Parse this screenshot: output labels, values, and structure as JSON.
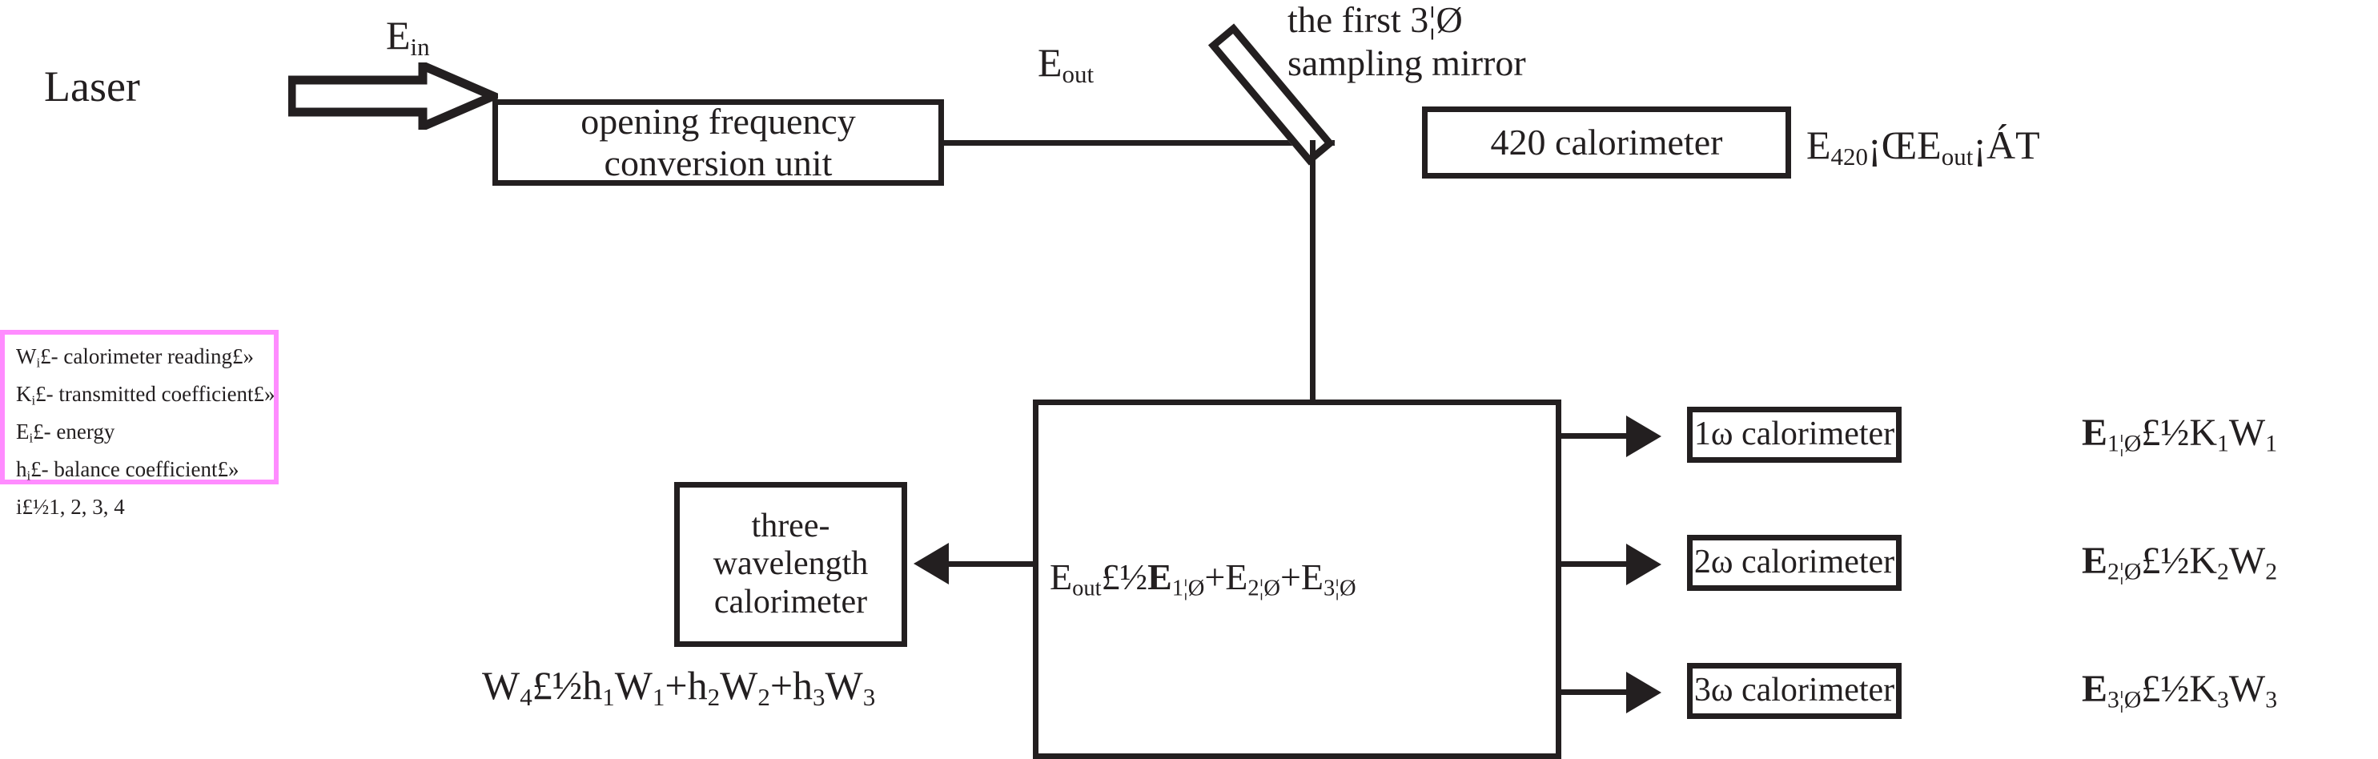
{
  "diagram": {
    "title": "Laser three-wavelength energy measurement block diagram",
    "colors": {
      "ink": "#231f20",
      "legend_border": "#ff8cff",
      "background": "#ffffff"
    }
  },
  "source": {
    "laser_label": "Laser",
    "input_energy_label": "E",
    "input_energy_sub": "in"
  },
  "conversion_unit": {
    "label": "opening frequency\nconversion unit",
    "output_energy_label": "E",
    "output_energy_sub": "out"
  },
  "mirror": {
    "caption_line1": "the first 3¦Ø",
    "caption_line2": "sampling mirror"
  },
  "calorimeter_420": {
    "box_label": "420 calorimeter",
    "equation_main": "E",
    "equation_sub": "420",
    "equation_rest": "¡ŒE",
    "equation_rest_sub": "out",
    "equation_tail": "¡ÁT"
  },
  "splitter": {
    "equation_prefix": "E",
    "equation_prefix_sub": "out",
    "equation_eq": "£½",
    "equation_terms": [
      {
        "symbol": "E",
        "sub": "1¦Ø",
        "bold": true
      },
      {
        "symbol": "E",
        "sub": "2¦Ø",
        "bold": false
      },
      {
        "symbol": "E",
        "sub": "3¦Ø",
        "bold": false
      }
    ],
    "plus": "+"
  },
  "three_wavelength": {
    "box_label": "three-wavelength\ncalorimeter",
    "equation": "W₄£½h₁W₁+h₂W₂+h₃W₃",
    "equation_parts": {
      "lhs": "W",
      "lhs_sub": "4",
      "eq": "£½",
      "terms": [
        {
          "coef": "h",
          "coef_sub": "1",
          "var": "W",
          "var_sub": "1"
        },
        {
          "coef": "h",
          "coef_sub": "2",
          "var": "W",
          "var_sub": "2"
        },
        {
          "coef": "h",
          "coef_sub": "3",
          "var": "W",
          "var_sub": "3"
        }
      ]
    }
  },
  "omega_channels": [
    {
      "box_label": "1ω calorimeter",
      "eq_lhs": "E",
      "eq_lhs_sub": "1¦Ø",
      "eq_op": "£½",
      "eq_k": "K",
      "eq_k_sub": "1",
      "eq_w": "W",
      "eq_w_sub": "1"
    },
    {
      "box_label": "2ω calorimeter",
      "eq_lhs": "E",
      "eq_lhs_sub": "2¦Ø",
      "eq_op": "£½",
      "eq_k": "K",
      "eq_k_sub": "2",
      "eq_w": "W",
      "eq_w_sub": "2"
    },
    {
      "box_label": "3ω calorimeter",
      "eq_lhs": "E",
      "eq_lhs_sub": "3¦Ø",
      "eq_op": "£½",
      "eq_k": "K",
      "eq_k_sub": "3",
      "eq_w": "W",
      "eq_w_sub": "3"
    }
  ],
  "legend": {
    "lines": [
      "W i £- calorimeter reading£»",
      "K i £- transmitted coefficient£»",
      "E i £- energy",
      "h i £- balance coefficient£»",
      "i£½1, 2, 3, 4"
    ],
    "entries": [
      {
        "symbol": "W",
        "sub": "i",
        "text": "£- calorimeter reading£»"
      },
      {
        "symbol": "K",
        "sub": "i",
        "text": "£- transmitted coefficient£»"
      },
      {
        "symbol": "E",
        "sub": "i",
        "text": "£- energy"
      },
      {
        "symbol": "h",
        "sub": "i",
        "text": "£- balance coefficient£»"
      },
      {
        "symbol": "i",
        "sub": "",
        "text": "£½1, 2, 3, 4"
      }
    ]
  }
}
